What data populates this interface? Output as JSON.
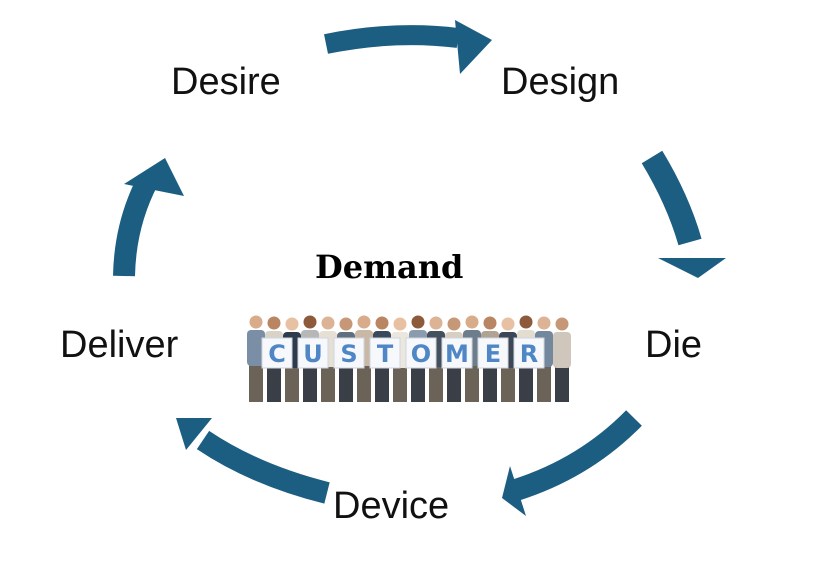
{
  "cycle": {
    "stages": [
      "Desire",
      "Design",
      "Die",
      "Device",
      "Deliver"
    ],
    "center_title": "Demand",
    "center_banner_letters": [
      "C",
      "U",
      "S",
      "T",
      "O",
      "M",
      "E",
      "R"
    ]
  },
  "colors": {
    "arrow": "#1b5e82",
    "banner_letter": "#4f86c6",
    "text": "#111111"
  }
}
